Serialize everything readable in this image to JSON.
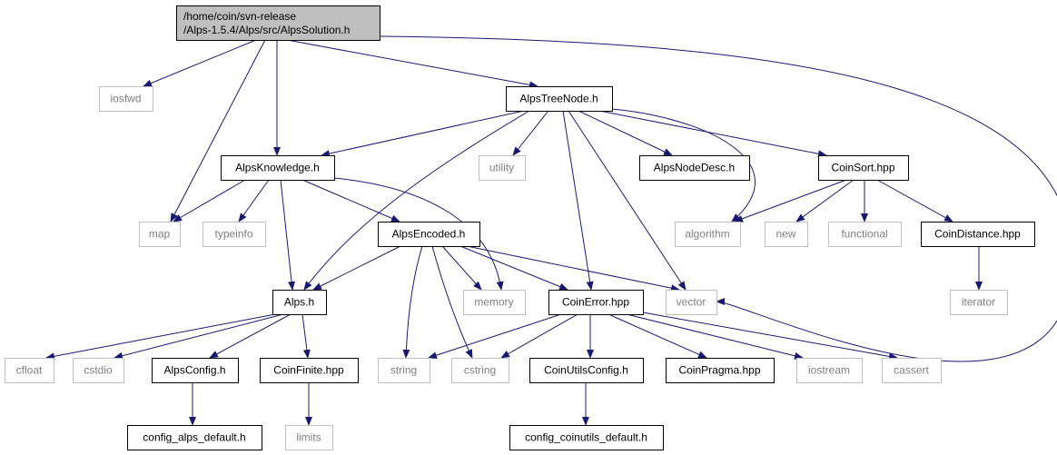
{
  "nodes": [
    {
      "id": "root",
      "lines": [
        "/home/coin/svn-release",
        "/Alps-1.5.4/Alps/src/AlpsSolution.h"
      ],
      "kind": "root"
    },
    {
      "id": "iosfwd",
      "lines": [
        "iosfwd"
      ],
      "kind": "external"
    },
    {
      "id": "map",
      "lines": [
        "map"
      ],
      "kind": "external"
    },
    {
      "id": "AlpsKnowledge",
      "lines": [
        "AlpsKnowledge.h"
      ],
      "kind": "header"
    },
    {
      "id": "AlpsTreeNode",
      "lines": [
        "AlpsTreeNode.h"
      ],
      "kind": "header"
    },
    {
      "id": "utility",
      "lines": [
        "utility"
      ],
      "kind": "external"
    },
    {
      "id": "AlpsNodeDesc",
      "lines": [
        "AlpsNodeDesc.h"
      ],
      "kind": "header"
    },
    {
      "id": "CoinSort",
      "lines": [
        "CoinSort.hpp"
      ],
      "kind": "header"
    },
    {
      "id": "typeinfo",
      "lines": [
        "typeinfo"
      ],
      "kind": "external"
    },
    {
      "id": "AlpsEncoded",
      "lines": [
        "AlpsEncoded.h"
      ],
      "kind": "header"
    },
    {
      "id": "algorithm",
      "lines": [
        "algorithm"
      ],
      "kind": "external"
    },
    {
      "id": "new",
      "lines": [
        "new"
      ],
      "kind": "external"
    },
    {
      "id": "functional",
      "lines": [
        "functional"
      ],
      "kind": "external"
    },
    {
      "id": "CoinDistance",
      "lines": [
        "CoinDistance.hpp"
      ],
      "kind": "header"
    },
    {
      "id": "Alps",
      "lines": [
        "Alps.h"
      ],
      "kind": "header"
    },
    {
      "id": "memory",
      "lines": [
        "memory"
      ],
      "kind": "external"
    },
    {
      "id": "CoinError",
      "lines": [
        "CoinError.hpp"
      ],
      "kind": "header"
    },
    {
      "id": "vector",
      "lines": [
        "vector"
      ],
      "kind": "external"
    },
    {
      "id": "iterator",
      "lines": [
        "iterator"
      ],
      "kind": "external"
    },
    {
      "id": "cfloat",
      "lines": [
        "cfloat"
      ],
      "kind": "external"
    },
    {
      "id": "cstdio",
      "lines": [
        "cstdio"
      ],
      "kind": "external"
    },
    {
      "id": "AlpsConfig",
      "lines": [
        "AlpsConfig.h"
      ],
      "kind": "header"
    },
    {
      "id": "CoinFinite",
      "lines": [
        "CoinFinite.hpp"
      ],
      "kind": "header"
    },
    {
      "id": "string",
      "lines": [
        "string"
      ],
      "kind": "external"
    },
    {
      "id": "cstring",
      "lines": [
        "cstring"
      ],
      "kind": "external"
    },
    {
      "id": "CoinUtilsConfig",
      "lines": [
        "CoinUtilsConfig.h"
      ],
      "kind": "header"
    },
    {
      "id": "CoinPragma",
      "lines": [
        "CoinPragma.hpp"
      ],
      "kind": "header"
    },
    {
      "id": "iostream",
      "lines": [
        "iostream"
      ],
      "kind": "external"
    },
    {
      "id": "cassert",
      "lines": [
        "cassert"
      ],
      "kind": "external"
    },
    {
      "id": "config_alps_default",
      "lines": [
        "config_alps_default.h"
      ],
      "kind": "header"
    },
    {
      "id": "limits",
      "lines": [
        "limits"
      ],
      "kind": "external"
    },
    {
      "id": "config_coinutils_default",
      "lines": [
        "config_coinutils_default.h"
      ],
      "kind": "header"
    }
  ],
  "edges": [
    [
      "root",
      "iosfwd"
    ],
    [
      "root",
      "map"
    ],
    [
      "root",
      "AlpsKnowledge"
    ],
    [
      "root",
      "AlpsTreeNode"
    ],
    [
      "root",
      "vector"
    ],
    [
      "AlpsTreeNode",
      "AlpsKnowledge"
    ],
    [
      "AlpsTreeNode",
      "Alps"
    ],
    [
      "AlpsTreeNode",
      "utility"
    ],
    [
      "AlpsTreeNode",
      "AlpsNodeDesc"
    ],
    [
      "AlpsTreeNode",
      "CoinSort"
    ],
    [
      "AlpsTreeNode",
      "algorithm"
    ],
    [
      "AlpsTreeNode",
      "CoinError"
    ],
    [
      "AlpsTreeNode",
      "vector"
    ],
    [
      "AlpsKnowledge",
      "map"
    ],
    [
      "AlpsKnowledge",
      "typeinfo"
    ],
    [
      "AlpsKnowledge",
      "Alps"
    ],
    [
      "AlpsKnowledge",
      "AlpsEncoded"
    ],
    [
      "AlpsKnowledge",
      "memory"
    ],
    [
      "CoinSort",
      "algorithm"
    ],
    [
      "CoinSort",
      "new"
    ],
    [
      "CoinSort",
      "functional"
    ],
    [
      "CoinSort",
      "CoinDistance"
    ],
    [
      "CoinDistance",
      "iterator"
    ],
    [
      "AlpsEncoded",
      "Alps"
    ],
    [
      "AlpsEncoded",
      "memory"
    ],
    [
      "AlpsEncoded",
      "CoinError"
    ],
    [
      "AlpsEncoded",
      "vector"
    ],
    [
      "AlpsEncoded",
      "string"
    ],
    [
      "AlpsEncoded",
      "cstring"
    ],
    [
      "Alps",
      "cfloat"
    ],
    [
      "Alps",
      "cstdio"
    ],
    [
      "Alps",
      "AlpsConfig"
    ],
    [
      "Alps",
      "CoinFinite"
    ],
    [
      "AlpsConfig",
      "config_alps_default"
    ],
    [
      "CoinFinite",
      "limits"
    ],
    [
      "CoinError",
      "string"
    ],
    [
      "CoinError",
      "cstring"
    ],
    [
      "CoinError",
      "CoinUtilsConfig"
    ],
    [
      "CoinError",
      "CoinPragma"
    ],
    [
      "CoinError",
      "iostream"
    ],
    [
      "CoinError",
      "cassert"
    ],
    [
      "CoinUtilsConfig",
      "config_coinutils_default"
    ]
  ],
  "colors": {
    "edge": "#191970",
    "root_fill": "#bfbfbf",
    "header_border": "#000000",
    "external_border": "#bfbfbf",
    "external_text": "#7f7f7f"
  }
}
